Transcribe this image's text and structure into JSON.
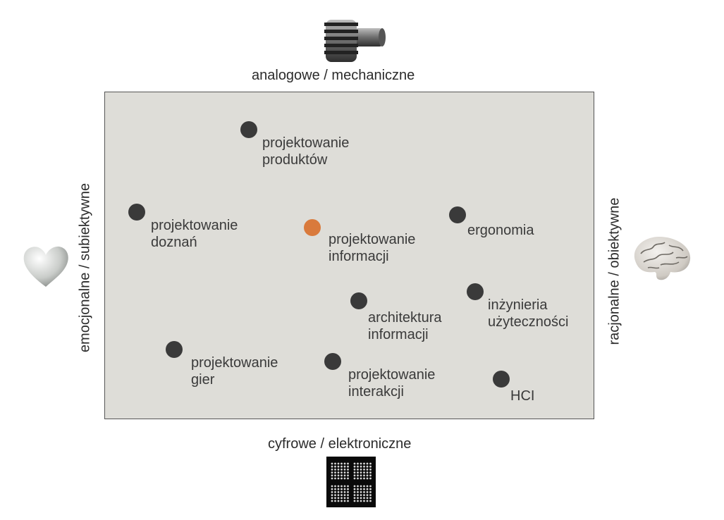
{
  "axes": {
    "top": "analogowe / mechaniczne",
    "bottom": "cyfrowe / elektroniczne",
    "left": "emocjonalne / subiektywne",
    "right": "racjonalne / obiektywne"
  },
  "icons": {
    "top": "gear-icon",
    "bottom": "led-matrix-icon",
    "left": "heart-icon",
    "right": "brain-icon"
  },
  "colors": {
    "point": "#3a3a3a",
    "highlight": "#d97a3c",
    "field": "#deddd8"
  },
  "points": [
    {
      "line1": "projektowanie",
      "line2": "produktów",
      "highlight": false
    },
    {
      "line1": "projektowanie",
      "line2": "doznań",
      "highlight": false
    },
    {
      "line1": "projektowanie",
      "line2": "informacji",
      "highlight": true
    },
    {
      "line1": "ergonomia",
      "line2": "",
      "highlight": false
    },
    {
      "line1": "architektura",
      "line2": "informacji",
      "highlight": false
    },
    {
      "line1": "inżynieria",
      "line2": "użyteczności",
      "highlight": false
    },
    {
      "line1": "projektowanie",
      "line2": "gier",
      "highlight": false
    },
    {
      "line1": "projektowanie",
      "line2": "interakcji",
      "highlight": false
    },
    {
      "line1": "HCI",
      "line2": "",
      "highlight": false
    }
  ]
}
